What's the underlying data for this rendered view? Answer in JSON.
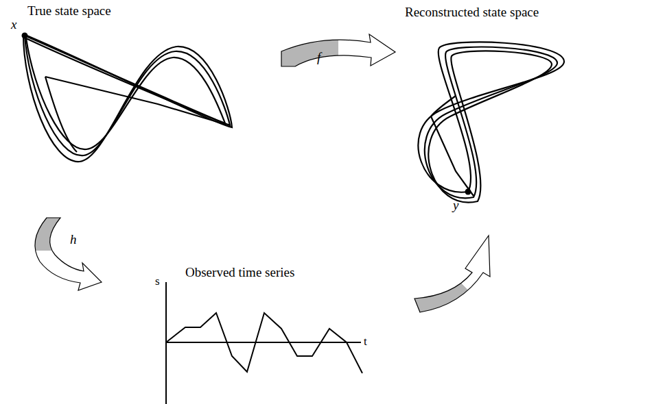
{
  "diagram": {
    "labels": [
      "True state space",
      "x",
      "f",
      "Reconstructed state space",
      "y",
      "h",
      "Observed time series",
      "s",
      "t"
    ]
  }
}
